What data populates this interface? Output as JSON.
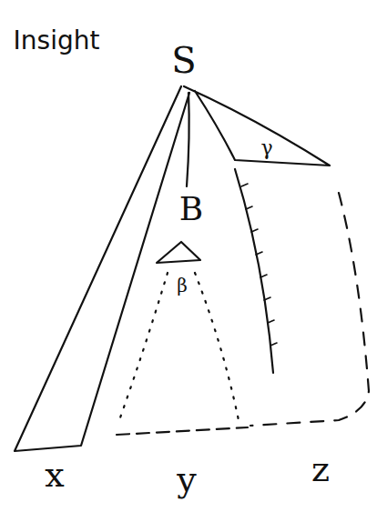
{
  "diagram": {
    "labels": [
      "Insight",
      "S",
      "B",
      "β",
      "γ",
      "x",
      "y",
      "z"
    ]
  }
}
